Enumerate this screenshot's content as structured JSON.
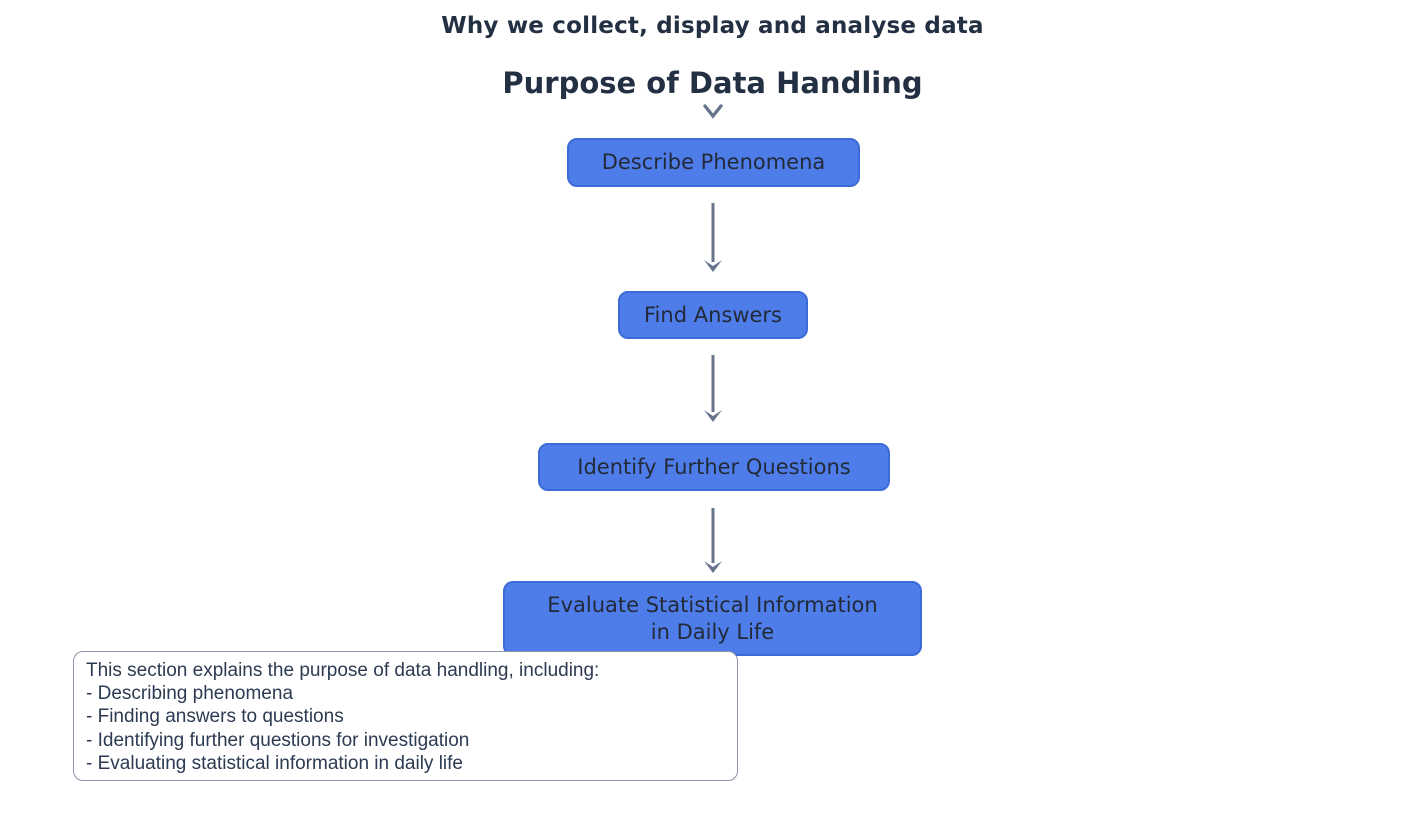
{
  "page": {
    "title": "Why we collect, display and analyse data",
    "subtitle": "Purpose of Data Handling"
  },
  "flow": {
    "nodes": [
      {
        "id": "describe-phenomena",
        "lines": [
          "Describe Phenomena"
        ]
      },
      {
        "id": "find-answers",
        "lines": [
          "Find Answers"
        ]
      },
      {
        "id": "identify-further-questions",
        "lines": [
          "Identify Further Questions"
        ]
      },
      {
        "id": "evaluate-statistical-information",
        "lines": [
          "Evaluate Statistical Information",
          "in Daily Life"
        ]
      }
    ],
    "connections": [
      {
        "from": "describe-phenomena",
        "to": "find-answers"
      },
      {
        "from": "find-answers",
        "to": "identify-further-questions"
      },
      {
        "from": "identify-further-questions",
        "to": "evaluate-statistical-information"
      }
    ]
  },
  "note": {
    "lines": [
      "This section explains the purpose of data handling, including:",
      "- Describing phenomena",
      "- Finding answers to questions",
      "- Identifying further questions for investigation",
      "- Evaluating statistical information in daily life"
    ]
  },
  "colors": {
    "background": "#ffffff",
    "heading_text": "#232f42",
    "node_fill": "#4e7de9",
    "node_border": "#3c6bd8",
    "node_text": "#222a38",
    "arrow": "#67748c",
    "note_border": "#8b96a6",
    "note_text": "#2c3a52"
  }
}
